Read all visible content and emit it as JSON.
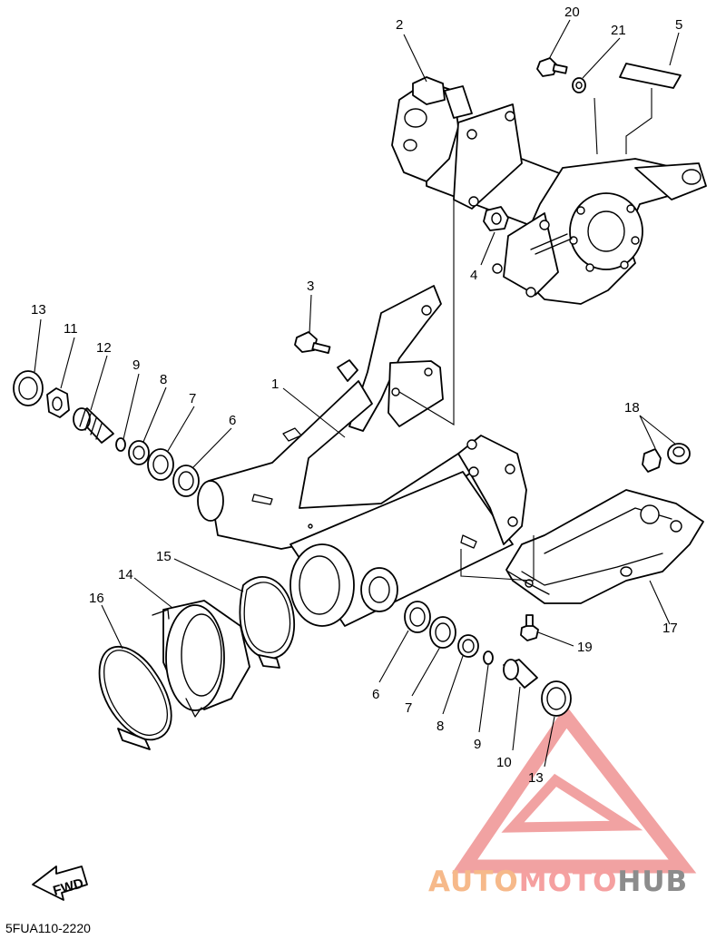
{
  "diagram_code": "5FUA110-2220",
  "fwd_label": "FWD",
  "watermark": {
    "part1": "AUTO",
    "part2": "MOTO",
    "part3": "HUB",
    "colors": {
      "auto": "#f6b98a",
      "moto": "#f5a0a0",
      "hub": "#8c8c8c",
      "triangle": "#f1a2a2"
    }
  },
  "callouts": {
    "c1": "1",
    "c2": "2",
    "c3": "3",
    "c4": "4",
    "c5": "5",
    "c6a": "6",
    "c6b": "6",
    "c7a": "7",
    "c7b": "7",
    "c8a": "8",
    "c8b": "8",
    "c9a": "9",
    "c9b": "9",
    "c10": "10",
    "c11": "11",
    "c12": "12",
    "c13a": "13",
    "c13b": "13",
    "c14": "14",
    "c15": "15",
    "c16": "16",
    "c17": "17",
    "c18": "18",
    "c19": "19",
    "c20": "20",
    "c21": "21"
  }
}
